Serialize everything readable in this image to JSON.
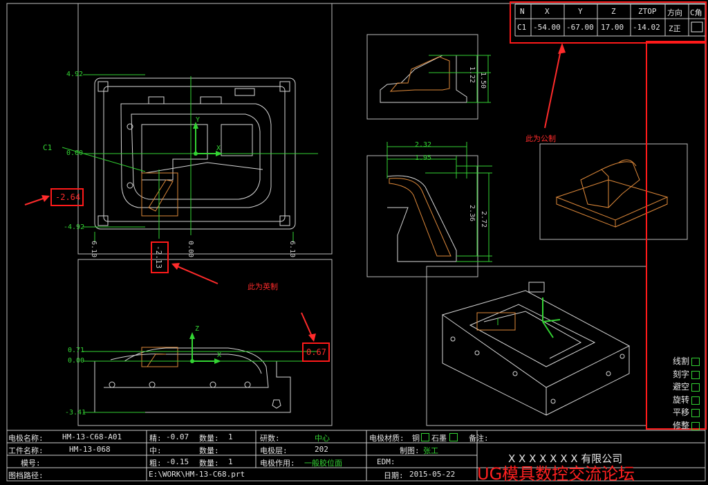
{
  "params_table": {
    "headers": [
      "N",
      "X",
      "Y",
      "Z",
      "ZTOP",
      "方向",
      "C角"
    ],
    "row": [
      "C1",
      "-54.00",
      "-67.00",
      "17.00",
      "-14.02",
      "Z正",
      ""
    ]
  },
  "dims": {
    "top_view": {
      "y_top": "4.92",
      "y_zero": "0.00",
      "y_bottom": "-4.92",
      "x_left": "6.10",
      "x_mid": "0.00",
      "x_right": "6.10"
    },
    "front_view": {
      "y1": "0.71",
      "y0": "0.00",
      "yb": "-3.41"
    },
    "side_top": {
      "d1": "1.22",
      "d2": "1.50"
    },
    "side_mid": {
      "w1": "2.32",
      "w2": "1.95",
      "h1": "2.36",
      "h2": "2.72"
    },
    "label_c1": "C1",
    "red_neg_264": "-2.64",
    "red_neg_213": "-2.13",
    "red_067": "0.67",
    "axis_z": "Z",
    "axis_x": "X",
    "axis_y": "Y"
  },
  "notes": {
    "public": "此为公制",
    "imperial": "此为英制"
  },
  "options": [
    "线割",
    "刻字",
    "避空",
    "旋转",
    "平移",
    "修整"
  ],
  "titleblock": {
    "electrode_name_label": "电极名称:",
    "electrode_name": "HM-13-C68-A01",
    "workpiece_name_label": "工件名称:",
    "workpiece_name": "HM-13-068",
    "mold_no_label": "模号:",
    "drawing_path_label": "图档路径:",
    "drawing_path": "E:\\WORK\\HM-13-C68.prt",
    "fine_label": "精:",
    "fine_val": "-0.07",
    "mid_label": "中:",
    "rough_label": "粗:",
    "rough_val": "-0.15",
    "qty_label": "数量:",
    "qty1": "1",
    "qty3": "1",
    "qty2_label": "数量:",
    "machine_label": "研数:",
    "machine_val": "中心",
    "layer_label": "电极层:",
    "layer_val": "202",
    "func_label": "电极作用:",
    "func_val": "一般胶位面",
    "material_label": "电极材质:",
    "copper": "铜",
    "graphite": "石墨",
    "drawer_label": "制图:",
    "drawer_val": "张工",
    "edm_label": "EDM:",
    "date_label": "日期:",
    "date_val": "2015-05-22",
    "remark_label": "备注:",
    "company": "X X X X X X X 有限公司"
  },
  "watermark": "UG模具数控交流论坛"
}
